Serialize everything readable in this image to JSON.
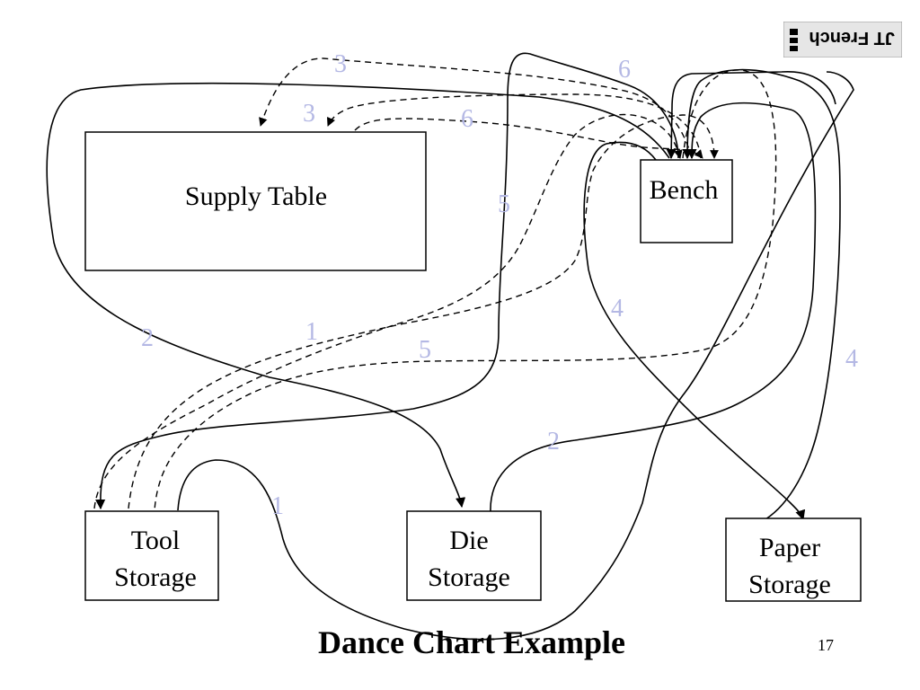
{
  "slide": {
    "title": "Dance Chart Example",
    "page_number": "17",
    "logo_text": "JT French"
  },
  "stations": {
    "supply_table": "Supply Table",
    "bench": "Bench",
    "tool_storage": [
      "Tool",
      "Storage"
    ],
    "die_storage": [
      "Die",
      "Storage"
    ],
    "paper_storage": [
      "Paper",
      "Storage"
    ]
  },
  "step_labels": {
    "s1a": "1",
    "s1b": "1",
    "s2a": "2",
    "s2b": "2",
    "s3a": "3",
    "s3b": "3",
    "s4a": "4",
    "s4b": "4",
    "s5a": "5",
    "s5b": "5",
    "s6a": "6",
    "s6b": "6"
  },
  "colors": {
    "step_label": "#b4b8e4",
    "line": "#000000"
  }
}
